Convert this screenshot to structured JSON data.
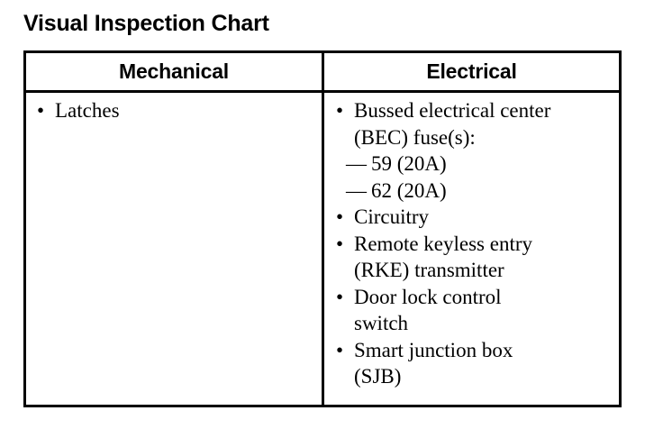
{
  "page": {
    "title": "Visual Inspection Chart",
    "background_color": "#ffffff",
    "text_color": "#000000",
    "border_color": "#000000"
  },
  "table": {
    "columns": [
      {
        "header": "Mechanical"
      },
      {
        "header": "Electrical"
      }
    ],
    "mechanical_items": [
      {
        "bullet": "•",
        "text": "Latches",
        "sub_items": []
      }
    ],
    "electrical_items": [
      {
        "bullet": "•",
        "text": "Bussed electrical center\n(BEC) fuse(s):",
        "sub_items": [
          {
            "dash": "—",
            "text": "59 (20A)"
          },
          {
            "dash": "—",
            "text": "62 (20A)"
          }
        ]
      },
      {
        "bullet": "•",
        "text": "Circuitry",
        "sub_items": []
      },
      {
        "bullet": "•",
        "text": "Remote keyless entry\n(RKE) transmitter",
        "sub_items": []
      },
      {
        "bullet": "•",
        "text": "Door lock control\nswitch",
        "sub_items": []
      },
      {
        "bullet": "•",
        "text": "Smart junction box\n(SJB)",
        "sub_items": []
      }
    ]
  }
}
